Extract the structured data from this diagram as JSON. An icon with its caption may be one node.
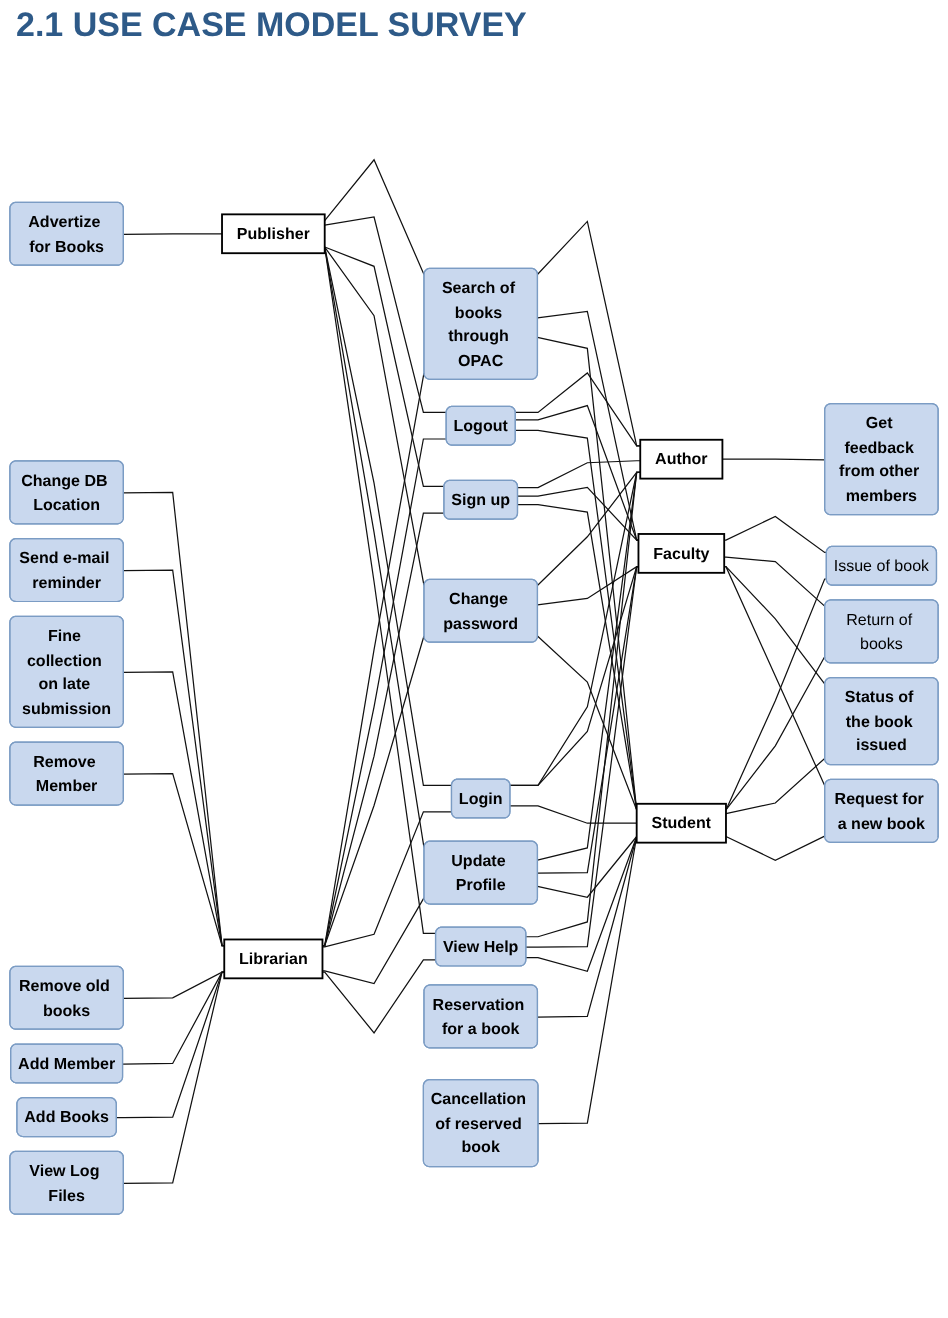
{
  "diagram": {
    "title": "2.1 USE CASE MODEL SURVEY",
    "nodes": [
      {
        "text": [
          "View Log Files"
        ]
      },
      {
        "text": [
          "Add Books"
        ]
      },
      {
        "text": [
          "Add Member"
        ]
      },
      {
        "text": [
          "Remove old books"
        ]
      },
      {
        "text": [
          "Remove Member"
        ]
      },
      {
        "text": [
          "Fine collection on late submission"
        ]
      },
      {
        "text": [
          "Send e-mail reminder"
        ]
      },
      {
        "text": [
          "Librarian"
        ]
      },
      {
        "text": [
          "Change DB Location"
        ]
      },
      {
        "text": [
          "Advertize for Books"
        ]
      },
      {
        "text": [
          "Publisher"
        ]
      },
      {
        "text": [
          "View Help"
        ]
      },
      {
        "text": [
          "Update Profile"
        ]
      },
      {
        "text": [
          "Login"
        ]
      },
      {
        "text": [
          "Change password"
        ]
      },
      {
        "text": [
          "Sign up"
        ]
      },
      {
        "text": [
          "Logout"
        ]
      },
      {
        "text": [
          "Search of books through OPAC"
        ]
      },
      {
        "text": [
          "Reservation for a book"
        ]
      },
      {
        "text": [
          "Student"
        ]
      },
      {
        "text": [
          "Faculty"
        ]
      },
      {
        "text": [
          "Author"
        ]
      },
      {
        "text": [
          "Cancellation of reserved book"
        ]
      },
      {
        "text": [
          "Request for a new book"
        ]
      },
      {
        "text": [
          "Get feedback from other members"
        ]
      },
      {
        "text": [
          "Status of the book issued"
        ]
      },
      {
        "text": [
          "Issue of book"
        ]
      },
      {
        "text": [
          "Return of books"
        ]
      }
    ],
    "edges": [
      {
        "from": 0,
        "to": 7,
        "arrow": "none"
      },
      {
        "from": 1,
        "to": 7,
        "arrow": "none"
      },
      {
        "from": 2,
        "to": 7,
        "arrow": "none"
      },
      {
        "from": 3,
        "to": 7,
        "arrow": "none"
      },
      {
        "from": 4,
        "to": 7,
        "arrow": "none"
      },
      {
        "from": 5,
        "to": 7,
        "arrow": "none"
      },
      {
        "from": 6,
        "to": 7,
        "arrow": "none"
      },
      {
        "from": 8,
        "to": 7,
        "arrow": "none"
      },
      {
        "from": 9,
        "to": 10,
        "arrow": "none"
      },
      {
        "from": 7,
        "to": 11,
        "arrow": "none"
      },
      {
        "from": 7,
        "to": 12,
        "arrow": "none"
      },
      {
        "from": 7,
        "to": 13,
        "arrow": "none"
      },
      {
        "from": 7,
        "to": 14,
        "arrow": "none"
      },
      {
        "from": 7,
        "to": 15,
        "arrow": "none"
      },
      {
        "from": 7,
        "to": 16,
        "arrow": "none"
      },
      {
        "from": 7,
        "to": 17,
        "arrow": "none"
      },
      {
        "from": 10,
        "to": 11,
        "arrow": "none"
      },
      {
        "from": 10,
        "to": 12,
        "arrow": "none"
      },
      {
        "from": 10,
        "to": 13,
        "arrow": "none"
      },
      {
        "from": 10,
        "to": 14,
        "arrow": "none"
      },
      {
        "from": 10,
        "to": 15,
        "arrow": "none"
      },
      {
        "from": 10,
        "to": 16,
        "arrow": "none"
      },
      {
        "from": 10,
        "to": 17,
        "arrow": "none"
      },
      {
        "from": 11,
        "to": 19,
        "arrow": "none"
      },
      {
        "from": 11,
        "to": 20,
        "arrow": "none"
      },
      {
        "from": 11,
        "to": 21,
        "arrow": "none"
      },
      {
        "from": 12,
        "to": 19,
        "arrow": "none"
      },
      {
        "from": 12,
        "to": 20,
        "arrow": "none"
      },
      {
        "from": 12,
        "to": 21,
        "arrow": "none"
      },
      {
        "from": 13,
        "to": 19,
        "arrow": "none"
      },
      {
        "from": 13,
        "to": 20,
        "arrow": "none"
      },
      {
        "from": 13,
        "to": 21,
        "arrow": "none"
      },
      {
        "from": 14,
        "to": 19,
        "arrow": "none"
      },
      {
        "from": 14,
        "to": 20,
        "arrow": "none"
      },
      {
        "from": 14,
        "to": 21,
        "arrow": "none"
      },
      {
        "from": 15,
        "to": 19,
        "arrow": "none"
      },
      {
        "from": 15,
        "to": 20,
        "arrow": "none"
      },
      {
        "from": 15,
        "to": 21,
        "arrow": "none"
      },
      {
        "from": 16,
        "to": 19,
        "arrow": "none"
      },
      {
        "from": 16,
        "to": 20,
        "arrow": "none"
      },
      {
        "from": 16,
        "to": 21,
        "arrow": "none"
      },
      {
        "from": 17,
        "to": 19,
        "arrow": "none"
      },
      {
        "from": 17,
        "to": 20,
        "arrow": "none"
      },
      {
        "from": 17,
        "to": 21,
        "arrow": "none"
      },
      {
        "from": 18,
        "to": 19,
        "arrow": "none"
      },
      {
        "from": 22,
        "to": 19,
        "arrow": "none"
      },
      {
        "from": 19,
        "to": 23,
        "arrow": "none"
      },
      {
        "from": 20,
        "to": 23,
        "arrow": "none"
      },
      {
        "from": 19,
        "to": 25,
        "arrow": "none"
      },
      {
        "from": 20,
        "to": 25,
        "arrow": "none"
      },
      {
        "from": 19,
        "to": 27,
        "arrow": "none"
      },
      {
        "from": 20,
        "to": 27,
        "arrow": "none"
      },
      {
        "from": 19,
        "to": 26,
        "arrow": "none"
      },
      {
        "from": 20,
        "to": 26,
        "arrow": "none"
      },
      {
        "from": 21,
        "to": 24,
        "arrow": "none"
      }
    ]
  }
}
